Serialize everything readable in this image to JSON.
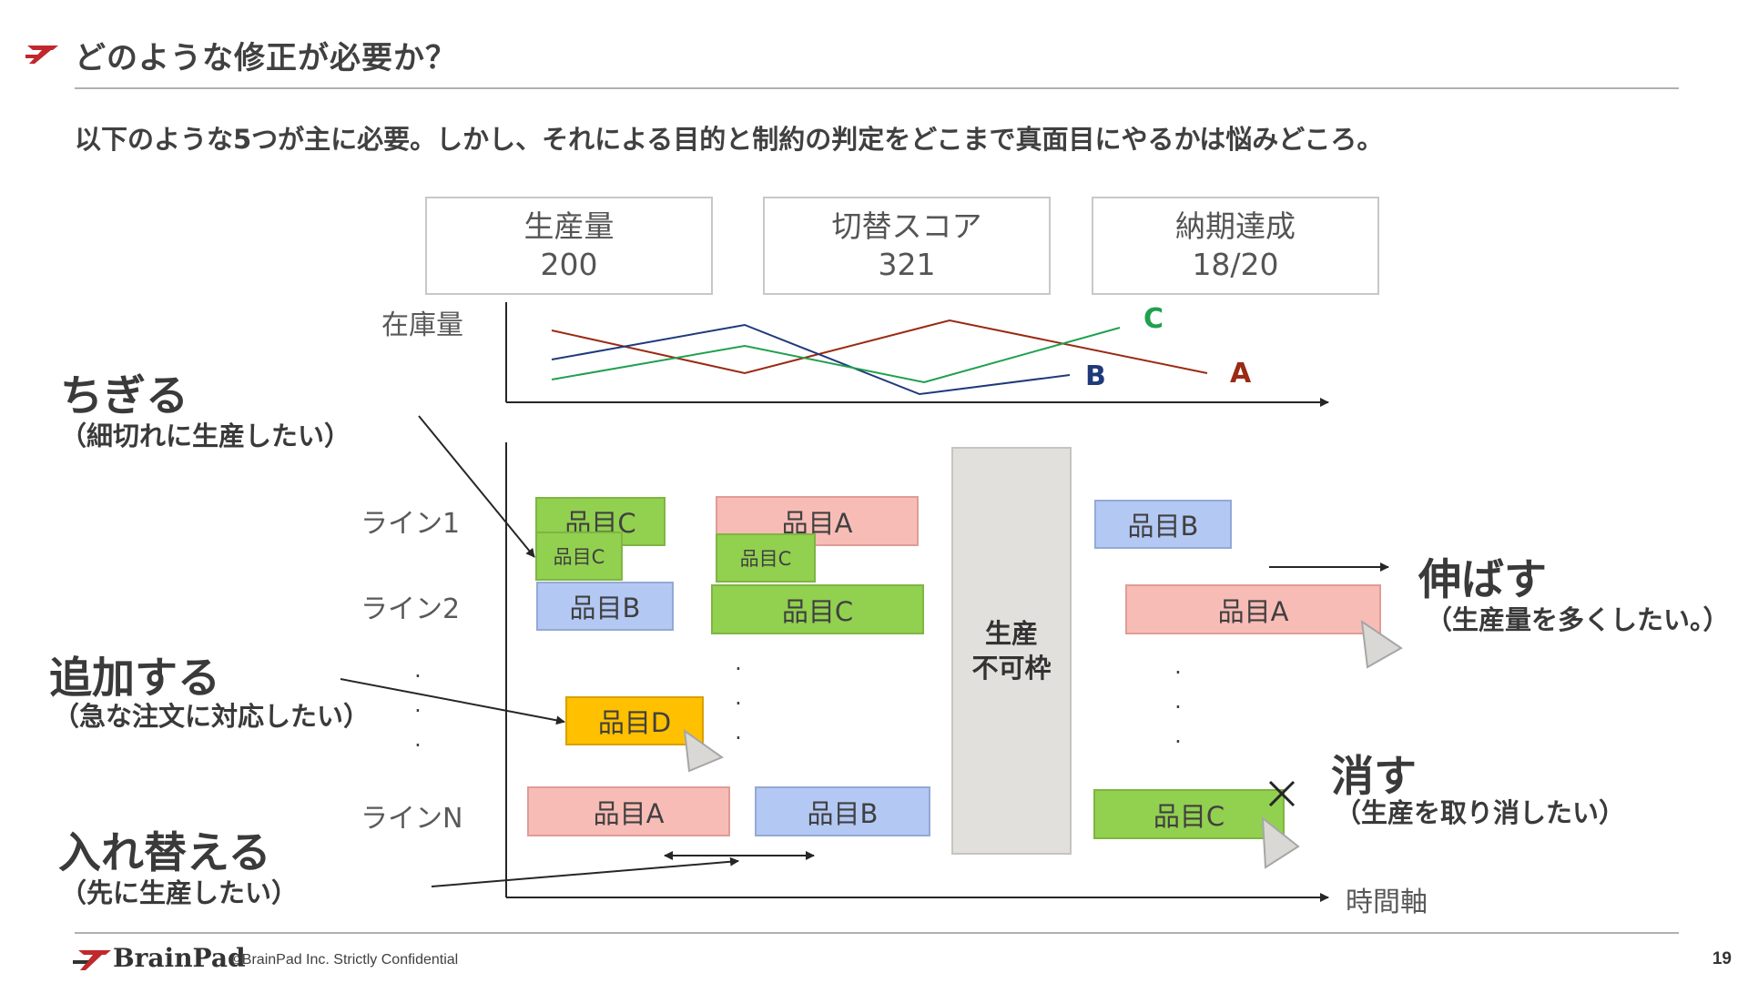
{
  "header": {
    "title": "どのような修正が必要か？",
    "subtitle": "以下のような5つが主に必要。しかし、それによる目的と制約の判定をどこまで真面目にやるかは悩みどころ。",
    "brand_color": "#c0282d"
  },
  "kpis": [
    {
      "label": "生産量",
      "value": "200"
    },
    {
      "label": "切替スコア",
      "value": "321"
    },
    {
      "label": "納期達成",
      "value": "18/20"
    }
  ],
  "inventory_chart": {
    "ylabel": "在庫量",
    "series": [
      {
        "name": "A",
        "color": "#9b2a14"
      },
      {
        "name": "B",
        "color": "#1f3a7a"
      },
      {
        "name": "C",
        "color": "#20a050"
      }
    ]
  },
  "gantt": {
    "line_labels": [
      "ライン1",
      "ライン2",
      "ラインN"
    ],
    "time_axis_label": "時間軸",
    "blocked_slot_label": "生産\n不可枠",
    "dots": "·\n·\n·",
    "blocks": [
      {
        "label": "品目C",
        "color": "green"
      },
      {
        "label": "品目C",
        "color": "green"
      },
      {
        "label": "品目B",
        "color": "blue"
      },
      {
        "label": "品目A",
        "color": "pink"
      },
      {
        "label": "品目C",
        "color": "green"
      },
      {
        "label": "品目C",
        "color": "green"
      },
      {
        "label": "品目D",
        "color": "orange"
      },
      {
        "label": "品目A",
        "color": "pink"
      },
      {
        "label": "品目B",
        "color": "blue"
      },
      {
        "label": "品目B",
        "color": "blue"
      },
      {
        "label": "品目A",
        "color": "pink"
      },
      {
        "label": "品目C",
        "color": "green"
      }
    ]
  },
  "annotations": [
    {
      "title": "ちぎる",
      "note": "（細切れに生産したい）"
    },
    {
      "title": "追加する",
      "note": "（急な注文に対応したい）"
    },
    {
      "title": "入れ替える",
      "note": "（先に生産したい）"
    },
    {
      "title": "伸ばす",
      "note": "（生産量を多くしたい。）"
    },
    {
      "title": "消す",
      "note": "（生産を取り消したい）"
    }
  ],
  "footer": {
    "brand": "BrainPad",
    "copyright": "©BrainPad Inc.  Strictly Confidential",
    "page_number": "19"
  }
}
